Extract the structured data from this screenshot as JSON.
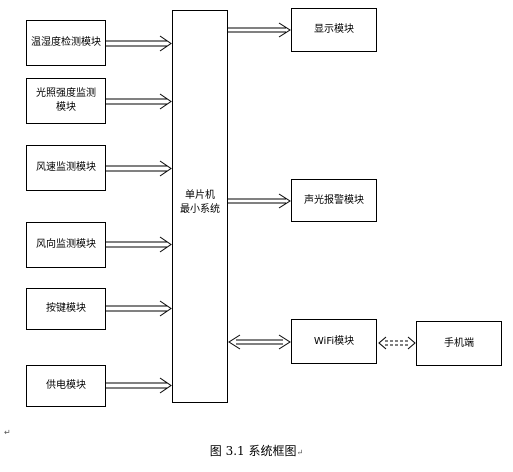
{
  "left_modules": [
    {
      "label": "温湿度检测模块"
    },
    {
      "label": "光照强度监测模块"
    },
    {
      "label": "风速监测模块"
    },
    {
      "label": "风向监测模块"
    },
    {
      "label": "按键模块"
    },
    {
      "label": "供电模块"
    }
  ],
  "mcu": {
    "line1": "单片机",
    "line2": "最小系统"
  },
  "right_modules": [
    {
      "label": "显示模块"
    },
    {
      "label": "声光报警模块"
    },
    {
      "label": "WiFi模块"
    }
  ],
  "phone": {
    "label": "手机端"
  },
  "caption": {
    "number": "图 3.1",
    "text": "系统框图"
  },
  "colors": {
    "line": "#000000",
    "background": "#ffffff"
  }
}
